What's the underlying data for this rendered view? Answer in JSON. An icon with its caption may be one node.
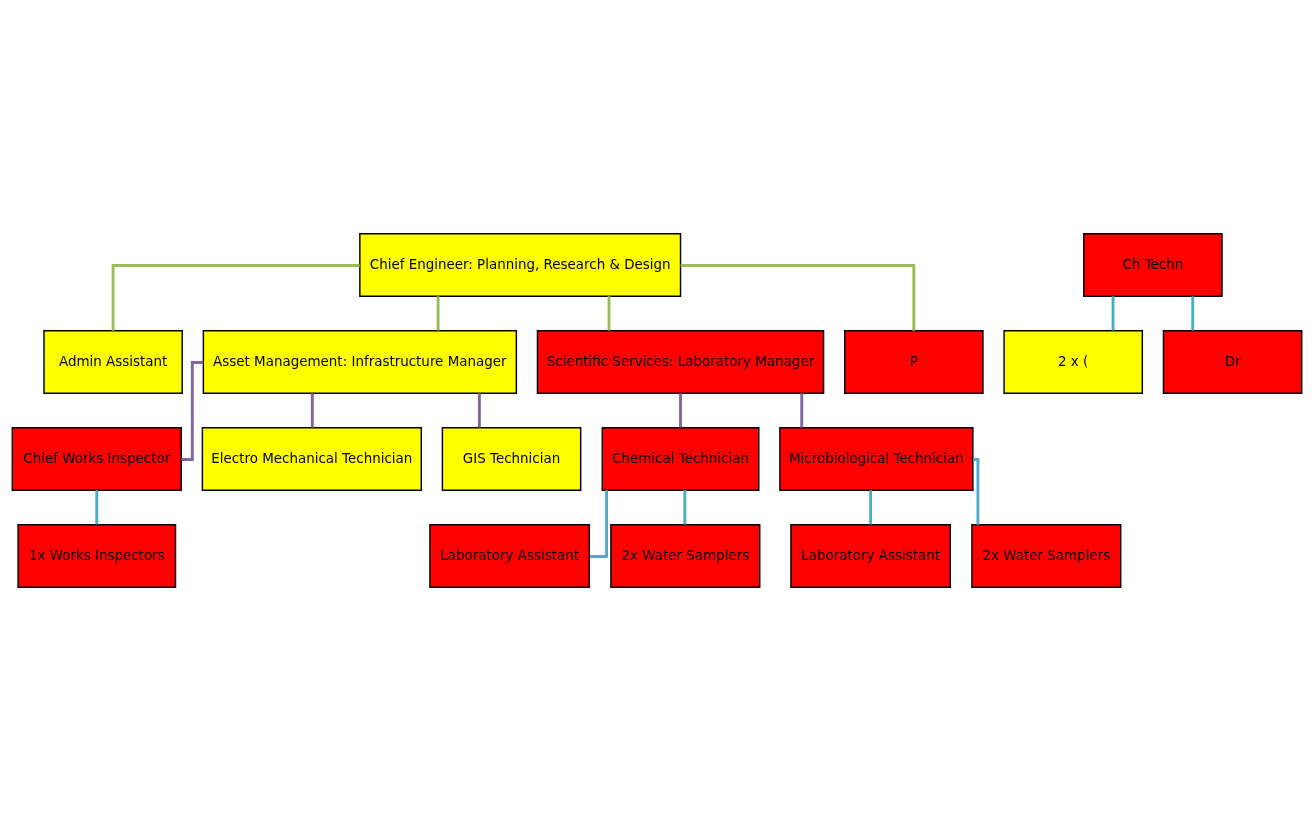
{
  "diagram": {
    "nodes": [
      {
        "text": [
          "Chief Engineer: Planning, Research & Design"
        ]
      },
      {
        "text": [
          "Admin Assistant"
        ]
      },
      {
        "text": [
          "Asset Management: Infrastructure Manager"
        ]
      },
      {
        "text": [
          "Scientific Services: Laboratory Manager"
        ]
      },
      {
        "text": [
          "P"
        ]
      },
      {
        "text": [
          "Chief Works Inspector"
        ]
      },
      {
        "text": [
          "Electro Mechanical Technician"
        ]
      },
      {
        "text": [
          "GIS Technician"
        ]
      },
      {
        "text": [
          "Chemical Technician"
        ]
      },
      {
        "text": [
          "Microbiological Technician"
        ]
      },
      {
        "text": [
          "Ch Techn"
        ]
      },
      {
        "text": [
          "1x Works Inspectors"
        ]
      },
      {
        "text": [
          "Laboratory Assistant"
        ]
      },
      {
        "text": [
          "2x Water Samplers"
        ]
      },
      {
        "text": [
          "Laboratory Assistant"
        ]
      },
      {
        "text": [
          "2x Water Samplers"
        ]
      },
      {
        "text": [
          "2 x ("
        ]
      },
      {
        "text": [
          "Dr"
        ]
      }
    ],
    "edges": [
      {
        "from": 0,
        "to": 1,
        "arrow": "none",
        "color": "#9bbb59"
      },
      {
        "from": 0,
        "to": 2,
        "arrow": "none",
        "color": "#9bbb59"
      },
      {
        "from": 0,
        "to": 3,
        "arrow": "none",
        "color": "#9bbb59"
      },
      {
        "from": 0,
        "to": 4,
        "arrow": "none",
        "color": "#9bbb59"
      },
      {
        "from": 2,
        "to": 5,
        "arrow": "none",
        "color": "#8064a2"
      },
      {
        "from": 2,
        "to": 6,
        "arrow": "none",
        "color": "#8064a2"
      },
      {
        "from": 2,
        "to": 7,
        "arrow": "none",
        "color": "#8064a2"
      },
      {
        "from": 3,
        "to": 8,
        "arrow": "none",
        "color": "#8064a2"
      },
      {
        "from": 3,
        "to": 9,
        "arrow": "none",
        "color": "#8064a2"
      },
      {
        "from": 5,
        "to": 11,
        "arrow": "none"
      },
      {
        "from": 8,
        "to": 12,
        "arrow": "none"
      },
      {
        "from": 8,
        "to": 13,
        "arrow": "none"
      },
      {
        "from": 9,
        "to": 14,
        "arrow": "none"
      },
      {
        "from": 9,
        "to": 15,
        "arrow": "none"
      },
      {
        "from": 10,
        "to": 16,
        "arrow": "none"
      },
      {
        "from": 10,
        "to": 17,
        "arrow": "none"
      }
    ]
  }
}
